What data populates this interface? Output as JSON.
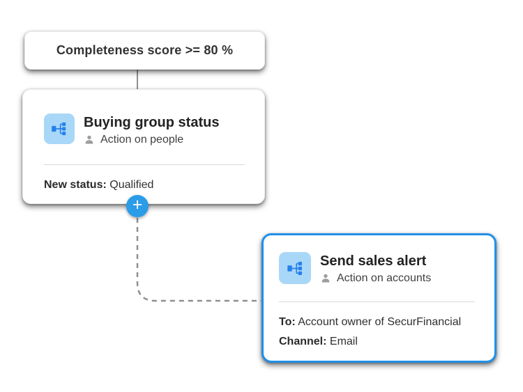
{
  "app": {
    "name": "journey-canvas",
    "background": "#FFFFFF"
  },
  "colors": {
    "accent_blue": "#2196EB",
    "plus_button_blue": "#2B9CE8",
    "selected_border_blue": "#2090E9",
    "icon_bg_blue": "#A9D7F8",
    "icon_glyph_blue": "#2680EB",
    "connector_gray": "#8F8F8F",
    "divider_gray": "#D8D8D8",
    "text_dark": "#2B2B2B",
    "text_gray": "#3F3F3F",
    "person_icon_gray": "#9D9D9D"
  },
  "nodes": {
    "condition": {
      "title": "Completeness score >= 80 %"
    },
    "buying_group": {
      "title": "Buying group status",
      "icon": "hierarchy-icon",
      "subtitle_icon": "person-icon",
      "subtitle": "Action on people",
      "detail_label": "New status:",
      "detail_value": "Qualified"
    },
    "sales_alert": {
      "title": "Send sales alert",
      "icon": "hierarchy-icon",
      "subtitle_icon": "person-icon",
      "subtitle": "Action on accounts",
      "to_label": "To:",
      "to_value": "Account owner of SecurFinancial",
      "channel_label": "Channel:",
      "channel_value": "Email",
      "selected": true
    }
  },
  "connectors": {
    "plus_label": "+"
  }
}
